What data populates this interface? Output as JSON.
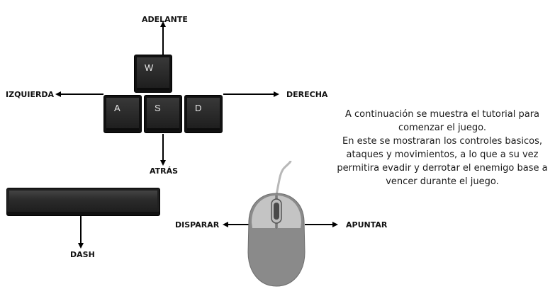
{
  "keys": {
    "w": "W",
    "a": "A",
    "s": "S",
    "d": "D"
  },
  "labels": {
    "forward": "ADELANTE",
    "left": "IZQUIERDA",
    "right": "DERECHA",
    "back": "ATRÁS",
    "dash": "DASH",
    "shoot": "DISPARAR",
    "aim": "APUNTAR"
  },
  "info": {
    "line1": "A continuación se muestra el tutorial para comenzar el juego.",
    "line2": "En este se mostraran los controles basicos, ataques y movimientos, a lo que a su vez permitira evadir y derrotar el enemigo base a vencer durante el juego."
  },
  "icons": {
    "keyboard_keys": "keycap-icon",
    "spacebar": "spacebar-icon",
    "mouse": "mouse-icon",
    "arrows": "arrow-icon"
  },
  "colors": {
    "key": "#1f1f1f",
    "mouse_body": "#8a8a8a",
    "mouse_highlight": "#c4c4c4",
    "text": "#111111"
  }
}
